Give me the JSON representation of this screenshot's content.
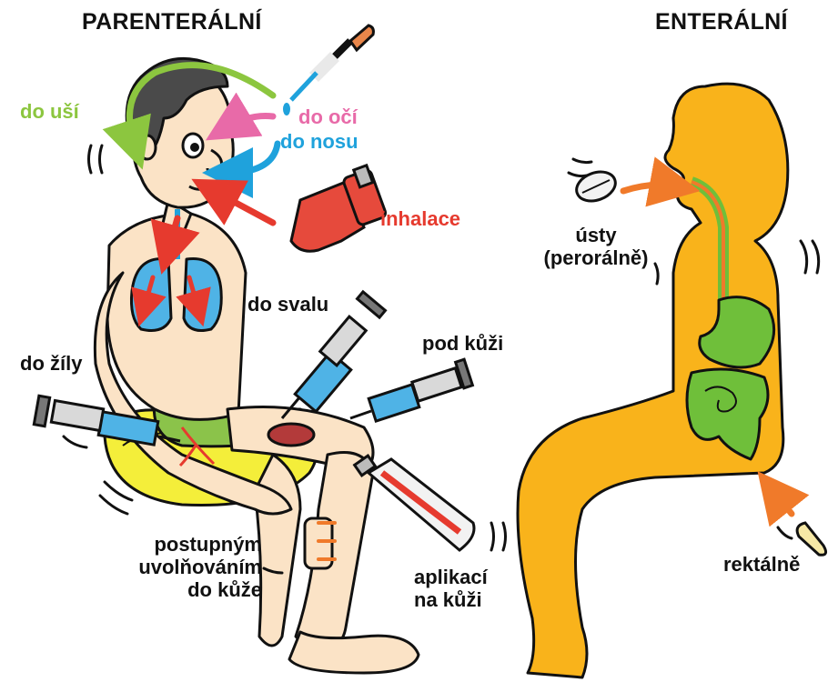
{
  "headings": {
    "parenteral": "PARENTERÁLNÍ",
    "enteral": "ENTERÁLNÍ"
  },
  "routes": {
    "ears": "do uší",
    "eyes": "do očí",
    "nose": "do nosu",
    "inhalation": "inhalace",
    "muscle": "do svalu",
    "under_skin": "pod kůži",
    "vein": "do žíly",
    "transdermal": "postupným\nuvolňováním\ndo kůže",
    "topical": "aplikací\nna kůži",
    "oral": "ústy\n(perorálně)",
    "rectal": "rektálně"
  },
  "colors": {
    "ears": "#8cc63f",
    "eyes": "#e86aa8",
    "nose": "#1fa2dc",
    "inhalation": "#e63a2e",
    "skin": "#fbe3c6",
    "body_enteral": "#f9b31b",
    "gut": "#6fbf3a",
    "arrow_enteral": "#f07a2a"
  }
}
